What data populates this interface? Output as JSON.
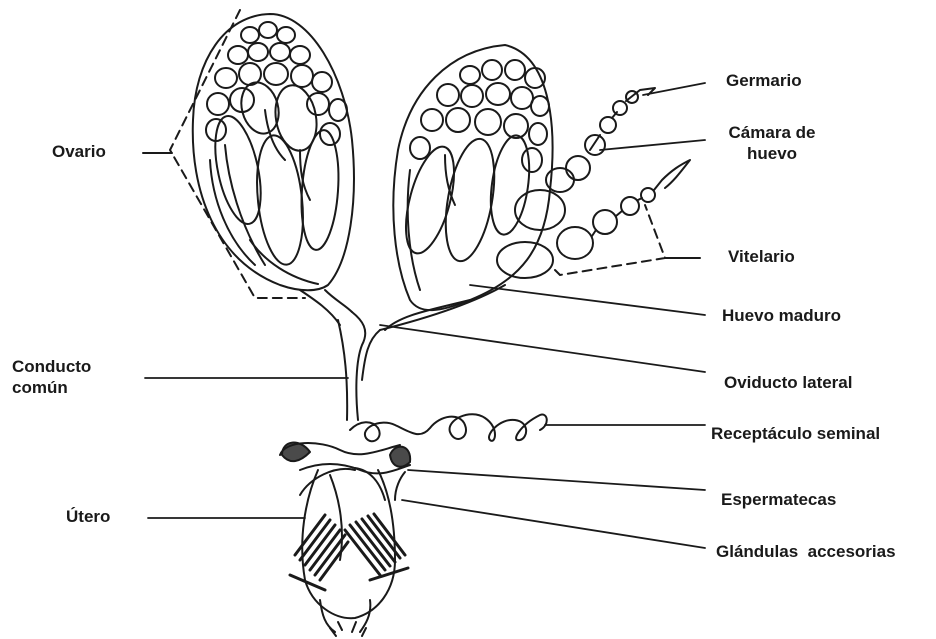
{
  "labels": {
    "ovario": "Ovario",
    "conducto_1": "Conducto",
    "conducto_2": "común",
    "utero": "Útero",
    "germario": "Germario",
    "camara_1": "Cámara de",
    "camara_2": "huevo",
    "vitelario": "Vitelario",
    "huevo_maduro": "Huevo maduro",
    "oviducto_lateral": "Oviducto lateral",
    "receptaculo": "Receptáculo seminal",
    "espermatecas": "Espermatecas",
    "glandulas": "Glándulas  accesorias"
  },
  "colors": {
    "ink": "#1a1a1a",
    "spermatheca_fill": "#4a4a4a"
  }
}
